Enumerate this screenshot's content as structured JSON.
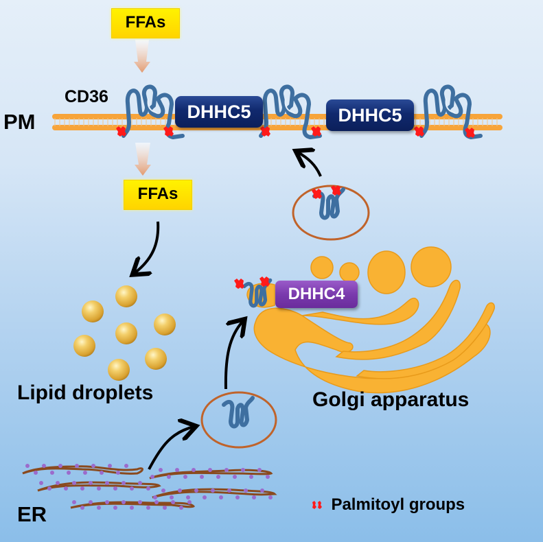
{
  "labels": {
    "ffas_top": "FFAs",
    "ffas_mid": "FFAs",
    "cd36": "CD36",
    "pm": "PM",
    "dhhc5_a": "DHHC5",
    "dhhc5_b": "DHHC5",
    "dhhc4": "DHHC4",
    "lipid_droplets": "Lipid droplets",
    "golgi": "Golgi apparatus",
    "er": "ER",
    "legend_palmitoyl": "Palmitoyl groups"
  },
  "colors": {
    "cd36_protein": "#3e6fa0",
    "palmitoyl": "#ff1a1a",
    "membrane": "#f7a43a",
    "golgi": "#f9b233",
    "vesicle": "#c0632a",
    "er_membrane": "#8a4a1e",
    "er_ribosome": "#9b6bcc",
    "dhhc5": "#10296e",
    "dhhc4": "#7a3aad",
    "ffa_box": "#ffe600"
  },
  "legend": [
    {
      "icon": "palmitoyl-group-icon",
      "label": "Palmitoyl groups"
    }
  ]
}
